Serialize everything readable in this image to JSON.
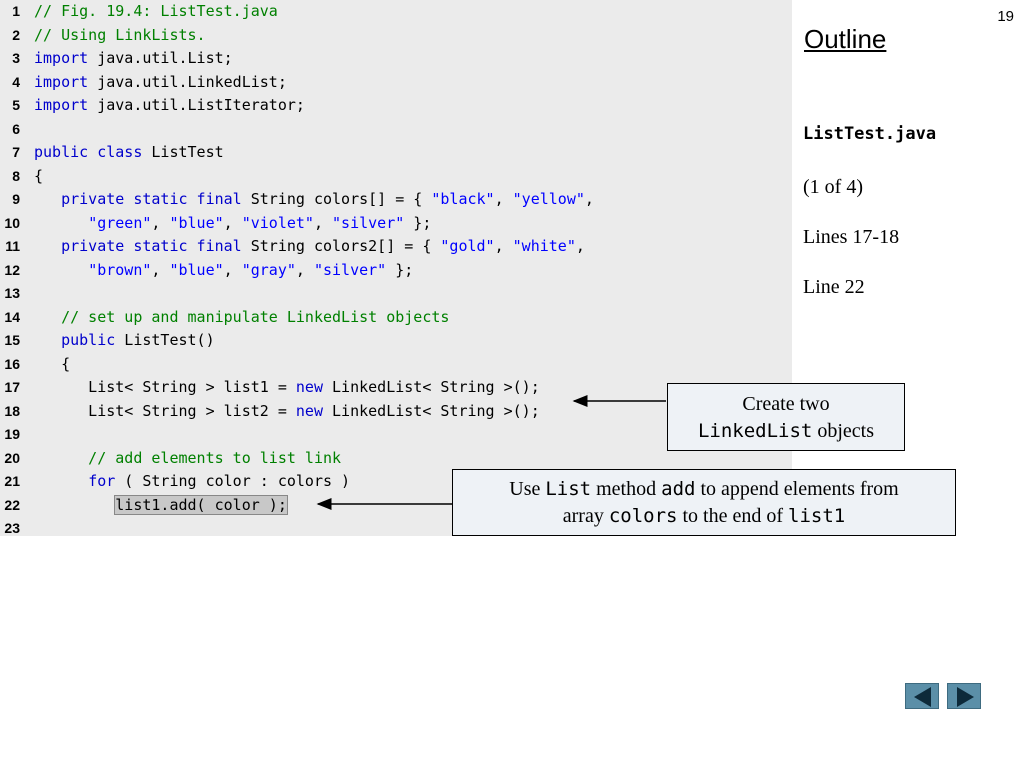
{
  "slide_number": "19",
  "code": {
    "lines": [
      {
        "num": "1",
        "segments": [
          {
            "t": "// Fig. 19.4: ListTest.java",
            "c": "c"
          }
        ]
      },
      {
        "num": "2",
        "segments": [
          {
            "t": "// Using LinkLists.",
            "c": "c"
          }
        ]
      },
      {
        "num": "3",
        "segments": [
          {
            "t": "import",
            "c": "k"
          },
          {
            "t": " java.util.List;",
            "c": ""
          }
        ]
      },
      {
        "num": "4",
        "segments": [
          {
            "t": "import",
            "c": "k"
          },
          {
            "t": " java.util.LinkedList;",
            "c": ""
          }
        ]
      },
      {
        "num": "5",
        "segments": [
          {
            "t": "import",
            "c": "k"
          },
          {
            "t": " java.util.ListIterator;",
            "c": ""
          }
        ]
      },
      {
        "num": "6",
        "segments": []
      },
      {
        "num": "7",
        "segments": [
          {
            "t": "public class",
            "c": "k"
          },
          {
            "t": " ListTest",
            "c": ""
          }
        ]
      },
      {
        "num": "8",
        "segments": [
          {
            "t": "{",
            "c": ""
          }
        ]
      },
      {
        "num": "9",
        "segments": [
          {
            "t": "   ",
            "c": ""
          },
          {
            "t": "private static final",
            "c": "k"
          },
          {
            "t": " String colors[] = { ",
            "c": ""
          },
          {
            "t": "\"black\"",
            "c": "s"
          },
          {
            "t": ", ",
            "c": ""
          },
          {
            "t": "\"yellow\"",
            "c": "s"
          },
          {
            "t": ",",
            "c": ""
          }
        ]
      },
      {
        "num": "10",
        "segments": [
          {
            "t": "      ",
            "c": ""
          },
          {
            "t": "\"green\"",
            "c": "s"
          },
          {
            "t": ", ",
            "c": ""
          },
          {
            "t": "\"blue\"",
            "c": "s"
          },
          {
            "t": ", ",
            "c": ""
          },
          {
            "t": "\"violet\"",
            "c": "s"
          },
          {
            "t": ", ",
            "c": ""
          },
          {
            "t": "\"silver\"",
            "c": "s"
          },
          {
            "t": " };",
            "c": ""
          }
        ]
      },
      {
        "num": "11",
        "segments": [
          {
            "t": "   ",
            "c": ""
          },
          {
            "t": "private static final",
            "c": "k"
          },
          {
            "t": " String colors2[] = { ",
            "c": ""
          },
          {
            "t": "\"gold\"",
            "c": "s"
          },
          {
            "t": ", ",
            "c": ""
          },
          {
            "t": "\"white\"",
            "c": "s"
          },
          {
            "t": ",",
            "c": ""
          }
        ]
      },
      {
        "num": "12",
        "segments": [
          {
            "t": "      ",
            "c": ""
          },
          {
            "t": "\"brown\"",
            "c": "s"
          },
          {
            "t": ", ",
            "c": ""
          },
          {
            "t": "\"blue\"",
            "c": "s"
          },
          {
            "t": ", ",
            "c": ""
          },
          {
            "t": "\"gray\"",
            "c": "s"
          },
          {
            "t": ", ",
            "c": ""
          },
          {
            "t": "\"silver\"",
            "c": "s"
          },
          {
            "t": " };",
            "c": ""
          }
        ]
      },
      {
        "num": "13",
        "segments": []
      },
      {
        "num": "14",
        "segments": [
          {
            "t": "   // set up and manipulate LinkedList objects",
            "c": "c"
          }
        ]
      },
      {
        "num": "15",
        "segments": [
          {
            "t": "   ",
            "c": ""
          },
          {
            "t": "public",
            "c": "k"
          },
          {
            "t": " ListTest()",
            "c": ""
          }
        ]
      },
      {
        "num": "16",
        "segments": [
          {
            "t": "   {",
            "c": ""
          }
        ]
      },
      {
        "num": "17",
        "segments": [
          {
            "t": "      List< String > list1 = ",
            "c": ""
          },
          {
            "t": "new",
            "c": "k"
          },
          {
            "t": " LinkedList< String >();",
            "c": ""
          }
        ]
      },
      {
        "num": "18",
        "segments": [
          {
            "t": "      List< String > list2 = ",
            "c": ""
          },
          {
            "t": "new",
            "c": "k"
          },
          {
            "t": " LinkedList< String >();",
            "c": ""
          }
        ]
      },
      {
        "num": "19",
        "segments": []
      },
      {
        "num": "20",
        "segments": [
          {
            "t": "      // add elements to list link",
            "c": "c"
          }
        ]
      },
      {
        "num": "21",
        "segments": [
          {
            "t": "      ",
            "c": ""
          },
          {
            "t": "for",
            "c": "k"
          },
          {
            "t": " ( String color : colors )",
            "c": ""
          }
        ]
      },
      {
        "num": "22",
        "segments": [
          {
            "t": "         ",
            "c": ""
          },
          {
            "t": "list1.add( color );",
            "c": "hl"
          }
        ]
      },
      {
        "num": "23",
        "segments": []
      }
    ]
  },
  "outline": {
    "title": "Outline",
    "file": "ListTest.java",
    "page": "(1 of 4)",
    "lines1": "Lines 17-18",
    "lines2": "Line 22"
  },
  "callout1": {
    "line1": "Create two",
    "mono": "LinkedList",
    "after": " objects"
  },
  "callout2": {
    "p1": "Use ",
    "m1": "List",
    "p2": " method ",
    "m2": "add",
    "p3": " to append elements from",
    "p4": "array ",
    "m3": "colors",
    "p5": " to the end of ",
    "m4": "list1"
  },
  "colors": {
    "code_bg": "#ebebeb",
    "comment": "#008000",
    "keyword": "#0000cc",
    "string": "#0000ff",
    "nav_button": "#5b8fa8"
  },
  "nav": {
    "prev_icon": "triangle-left-icon",
    "next_icon": "triangle-right-icon"
  }
}
